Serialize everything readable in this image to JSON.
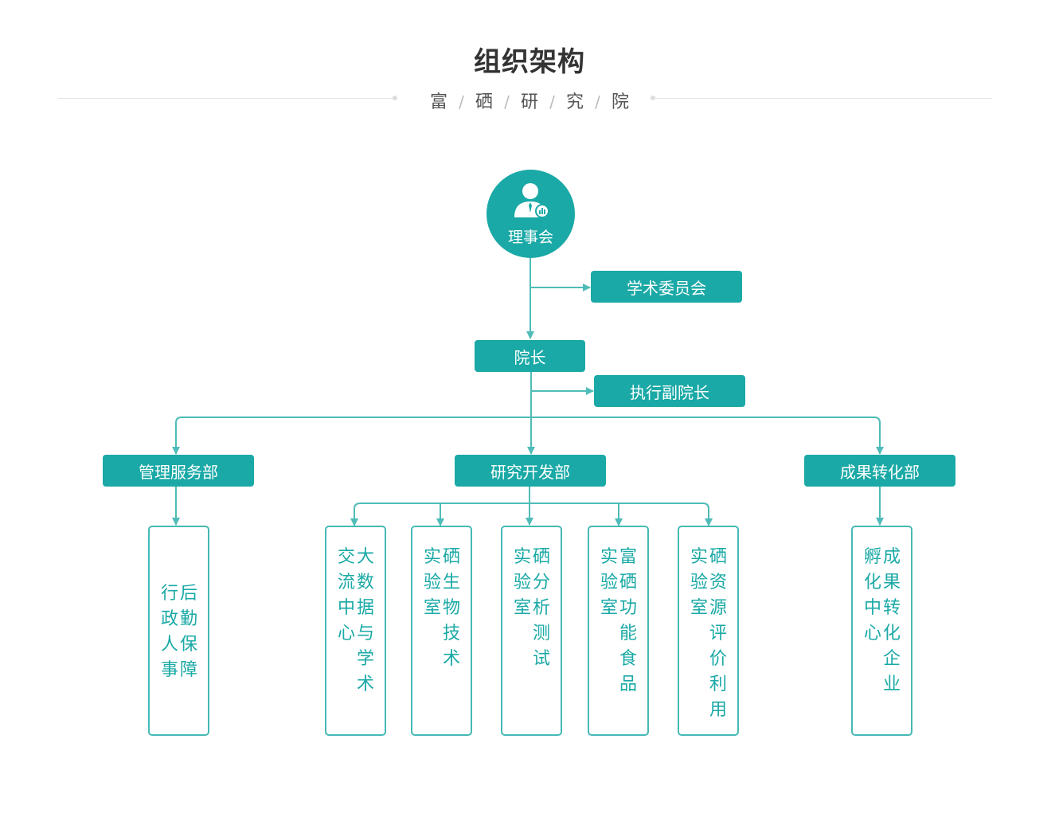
{
  "header": {
    "title": "组织架构",
    "subtitle_chars": [
      "富",
      "硒",
      "研",
      "究",
      "院"
    ],
    "separator": "/"
  },
  "colors": {
    "accent": "#1aa9a6",
    "line": "#4fbcb8",
    "text": "#333333"
  },
  "org": {
    "board": {
      "label": "理事会",
      "icon": "person-chart-icon"
    },
    "academic_committee": "学术委员会",
    "dean": "院长",
    "exec_vice_dean": "执行副院长",
    "departments": {
      "admin": "管理服务部",
      "rnd": "研究开发部",
      "transfer": "成果转化部"
    },
    "units": {
      "logistics": "后勤保障行政人事",
      "bigdata": "大数据与学术交流中心",
      "biotech": "硒生物技术实验室",
      "testing": "硒分析测试实验室",
      "food": "富硒功能食品实验室",
      "resource": "硒资源评价利用实验室",
      "incubator": "成果转化企业孵化中心"
    }
  }
}
